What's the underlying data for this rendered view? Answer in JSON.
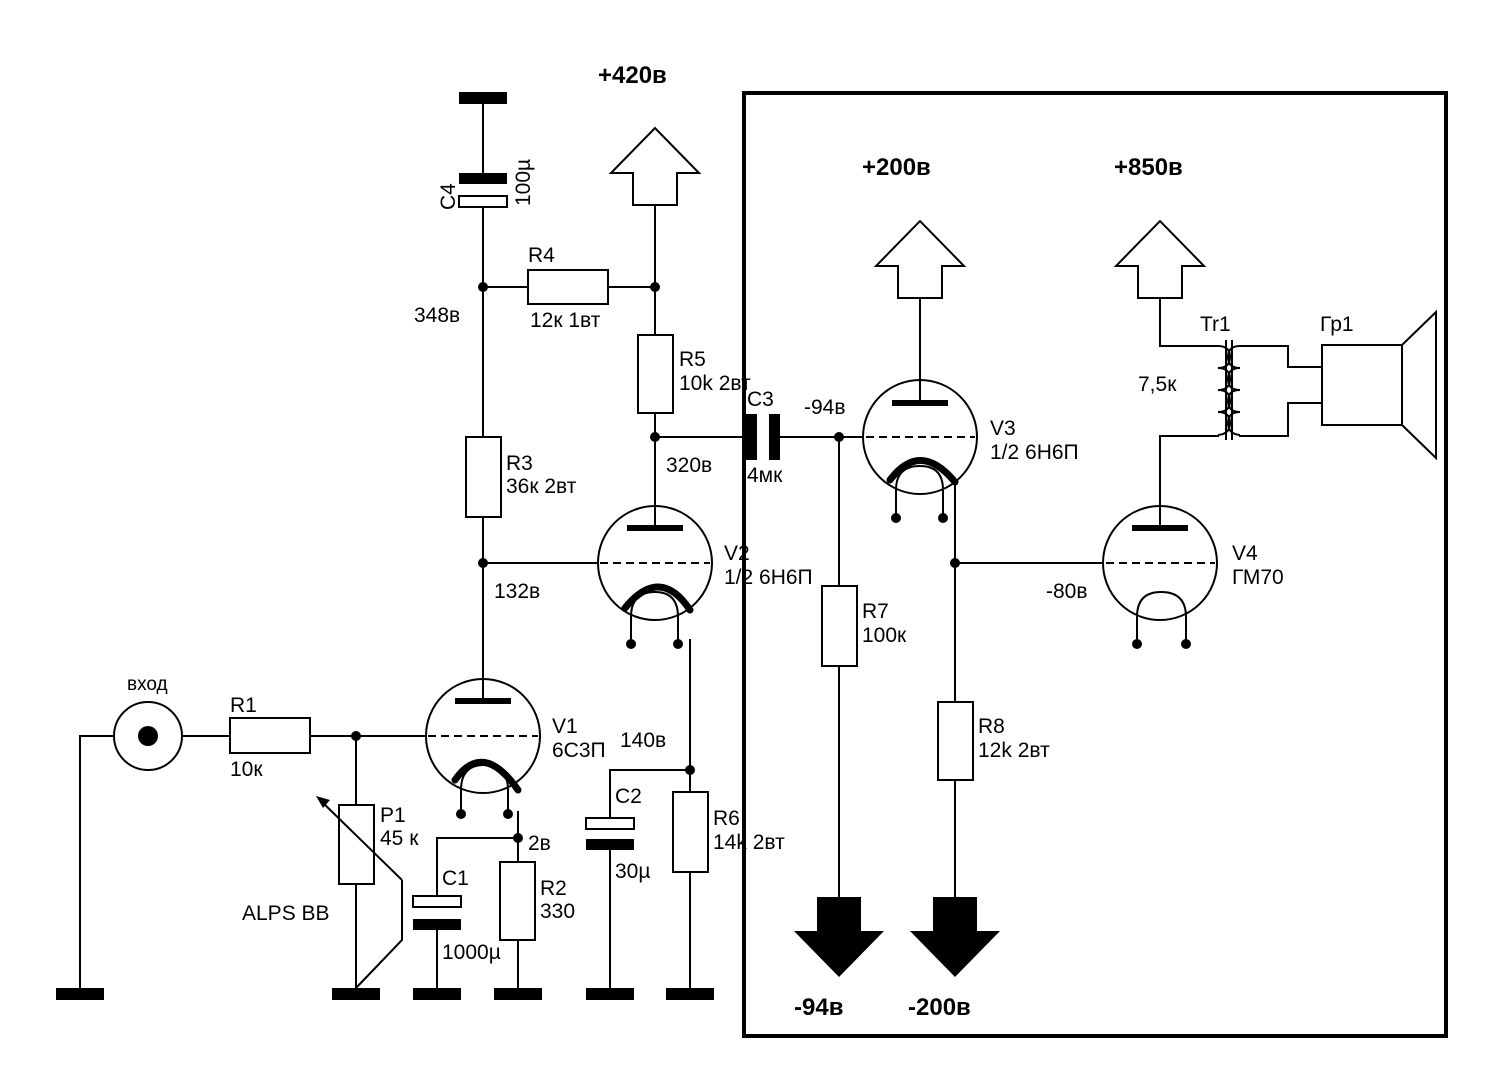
{
  "supplies": {
    "plus420": "+420в",
    "plus200": "+200в",
    "plus850": "+850в",
    "minus94": "-94в",
    "minus200": "-200в"
  },
  "input_label": "вход",
  "components": {
    "r1": {
      "ref": "R1",
      "value": "10к"
    },
    "p1": {
      "ref": "P1",
      "value": "45 к",
      "note": "ALPS BB"
    },
    "v1": {
      "ref": "V1",
      "type": "6С3П"
    },
    "c1": {
      "ref": "C1",
      "value": "1000µ"
    },
    "r2": {
      "ref": "R2",
      "value": "330"
    },
    "r3": {
      "ref": "R3",
      "value": "36к 2вт"
    },
    "c4": {
      "ref": "C4",
      "value": "100µ"
    },
    "r4": {
      "ref": "R4",
      "value": "12к 1вт"
    },
    "r5": {
      "ref": "R5",
      "value": "10k 2вт"
    },
    "v2": {
      "ref": "V2",
      "type": "1/2 6Н6П"
    },
    "c2": {
      "ref": "C2",
      "value": "30µ"
    },
    "r6": {
      "ref": "R6",
      "value": "14k 2вт"
    },
    "c3": {
      "ref": "C3",
      "value": "4мк"
    },
    "r7": {
      "ref": "R7",
      "value": "100к"
    },
    "v3": {
      "ref": "V3",
      "type": "1/2 6Н6П"
    },
    "r8": {
      "ref": "R8",
      "value": "12k 2вт"
    },
    "v4": {
      "ref": "V4",
      "type": "ГМ70"
    },
    "tr1": {
      "ref": "Tr1",
      "value": "7,5к"
    },
    "gr1": {
      "ref": "Гр1"
    }
  },
  "voltages": {
    "v348": "348в",
    "v320": "320в",
    "v132": "132в",
    "v140": "140в",
    "v2": "2в",
    "vm94": "-94в",
    "vm80": "-80в"
  }
}
